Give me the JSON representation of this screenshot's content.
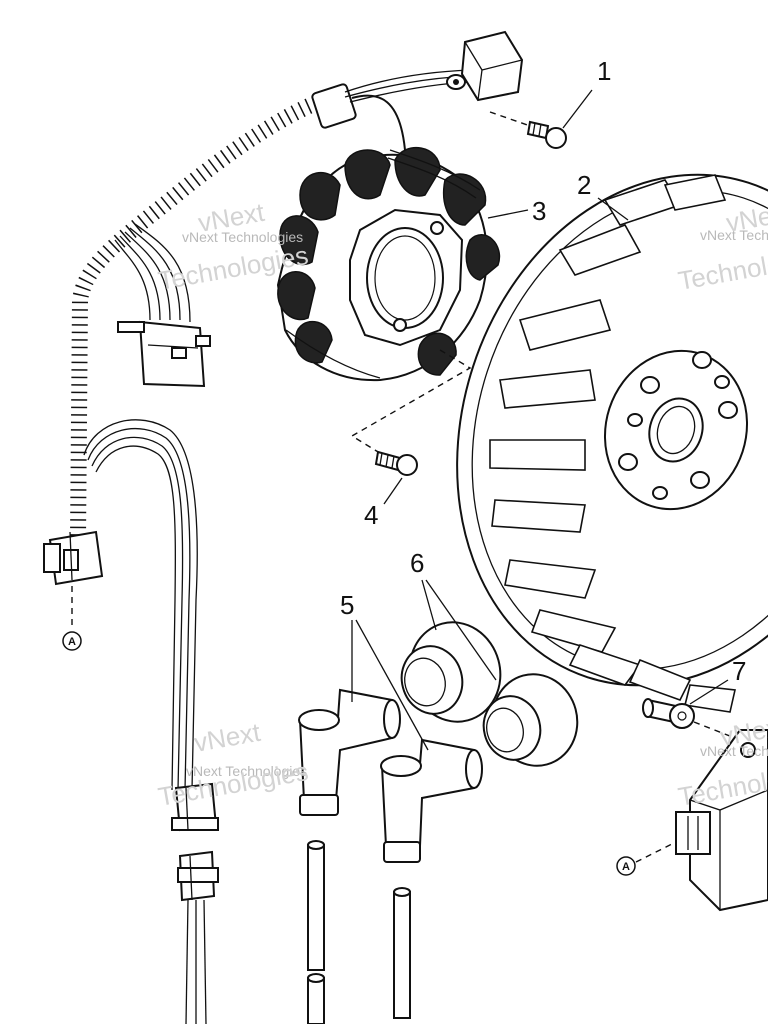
{
  "callouts": {
    "c1": "1",
    "c2": "2",
    "c3": "3",
    "c4": "4",
    "c5": "5",
    "c6": "6",
    "c7": "7"
  },
  "refs": {
    "left": "A",
    "right": "A"
  },
  "watermarks": {
    "line1": "vNext Technologies",
    "line2": "Technologies",
    "line3": "vNext"
  }
}
